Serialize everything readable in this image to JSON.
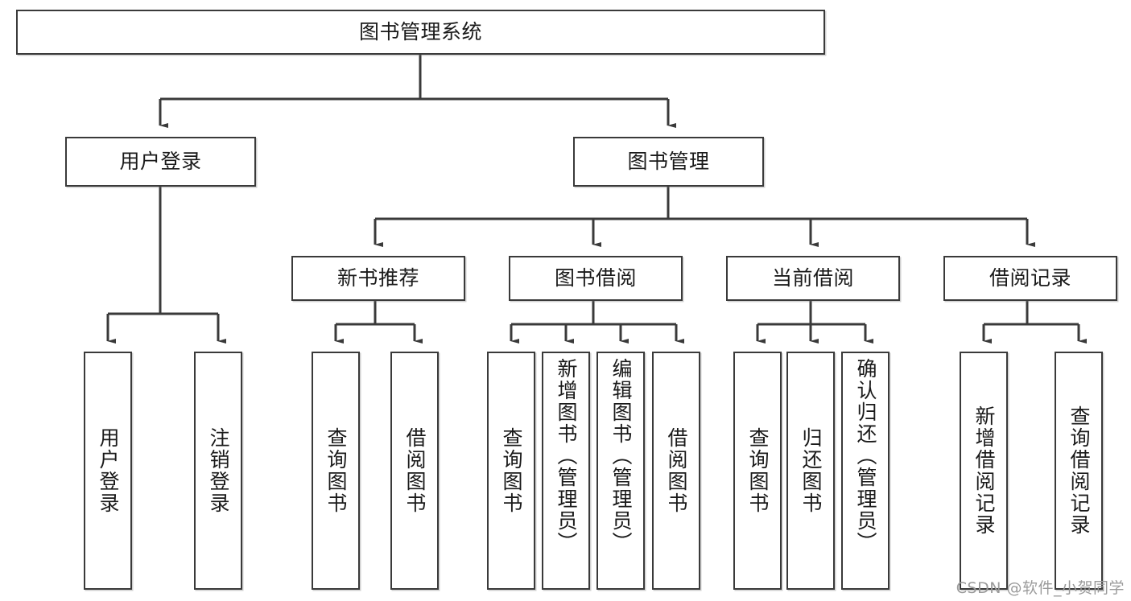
{
  "diagram": {
    "title": "图书管理系统",
    "type": "tree-hierarchy-chart",
    "watermark": "CSDN @软件_小贺同学",
    "colors": {
      "box_border": "#3a3a3a",
      "box_fill": "#ffffff",
      "connector": "#3a3a3a",
      "text": "#1a1a1a",
      "watermark": "#9b9b9b"
    }
  },
  "nodes": {
    "root": {
      "label": "图书管理系统"
    },
    "level2": [
      {
        "label": "用户登录"
      },
      {
        "label": "图书管理"
      }
    ],
    "level3": [
      {
        "label": "新书推荐"
      },
      {
        "label": "图书借阅"
      },
      {
        "label": "当前借阅"
      },
      {
        "label": "借阅记录"
      }
    ],
    "leaves": {
      "user_login": [
        {
          "label": "用户登录"
        },
        {
          "label": "注销登录"
        }
      ],
      "new_book_recommend": [
        {
          "label": "查询图书"
        },
        {
          "label": "借阅图书"
        }
      ],
      "book_borrow": [
        {
          "label": "查询图书"
        },
        {
          "label": "新增图书（管理员）"
        },
        {
          "label": "编辑图书（管理员）"
        },
        {
          "label": "借阅图书"
        }
      ],
      "current_borrow": [
        {
          "label": "查询图书"
        },
        {
          "label": "归还图书"
        },
        {
          "label": "确认归还（管理员）"
        }
      ],
      "borrow_record": [
        {
          "label": "新增借阅记录"
        },
        {
          "label": "查询借阅记录"
        }
      ]
    }
  }
}
